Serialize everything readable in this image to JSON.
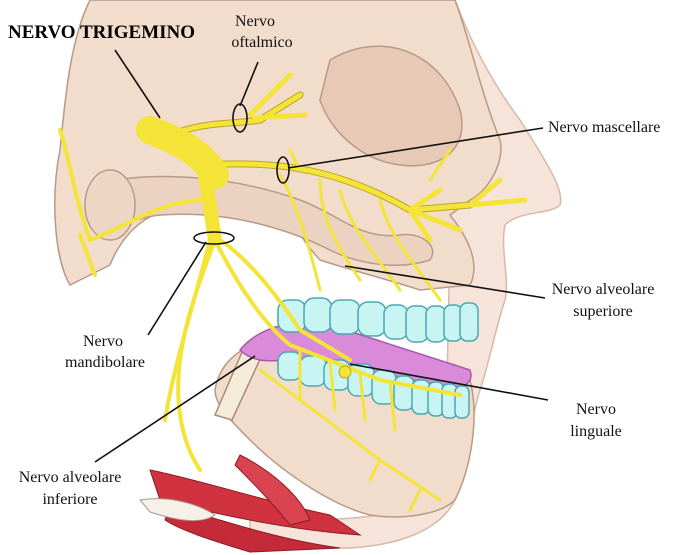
{
  "title": "NERVO TRIGEMINO",
  "labels": {
    "oftalmico": [
      "Nervo",
      "oftalmico"
    ],
    "mascellare": [
      "Nervo mascellare"
    ],
    "alveolare_superiore": [
      "Nervo alveolare",
      "superiore"
    ],
    "mandibolare": [
      "Nervo",
      "mandibolare"
    ],
    "linguale": [
      "Nervo",
      "linguale"
    ],
    "alveolare_inferiore": [
      "Nervo alveolare",
      "inferiore"
    ]
  },
  "colors": {
    "nerve": "#f3e437",
    "bone": "#f2dccb",
    "teeth": "#c8f4f4",
    "tongue": "#d98ad8",
    "muscle": "#d1323f"
  }
}
